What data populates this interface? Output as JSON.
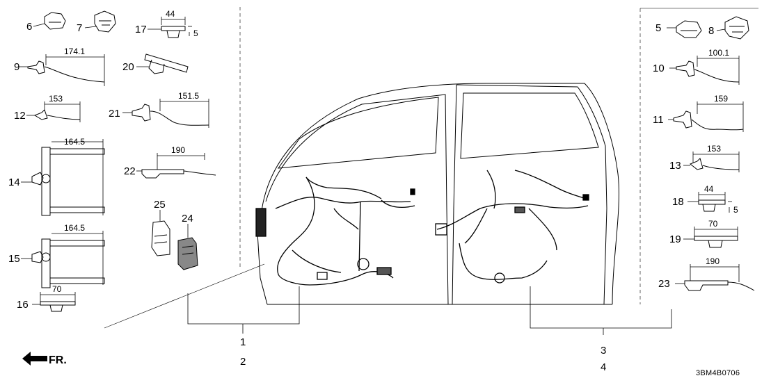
{
  "diagram_code": "3BM4B0706",
  "direction_label": "FR.",
  "main_callouts": {
    "front_upper": "1",
    "front_lower": "2",
    "rear_upper": "3",
    "rear_lower": "4"
  },
  "parts": {
    "p5": "5",
    "p6": "6",
    "p7": "7",
    "p8": "8",
    "p9": "9",
    "p10": "10",
    "p11": "11",
    "p12": "12",
    "p13": "13",
    "p14": "14",
    "p15": "15",
    "p16": "16",
    "p17": "17",
    "p18": "18",
    "p19": "19",
    "p20": "20",
    "p21": "21",
    "p22": "22",
    "p23": "23",
    "p24": "24",
    "p25": "25"
  },
  "dimensions": {
    "d9": "174.1",
    "d12": "153",
    "d14": "164.5",
    "d15": "164.5",
    "d16": "70",
    "d17_width": "44",
    "d17_height": "5",
    "d21": "151.5",
    "d22": "190",
    "d10": "100.1",
    "d11": "159",
    "d13": "153",
    "d18_width": "44",
    "d18_height": "5",
    "d19": "70",
    "d23": "190"
  }
}
